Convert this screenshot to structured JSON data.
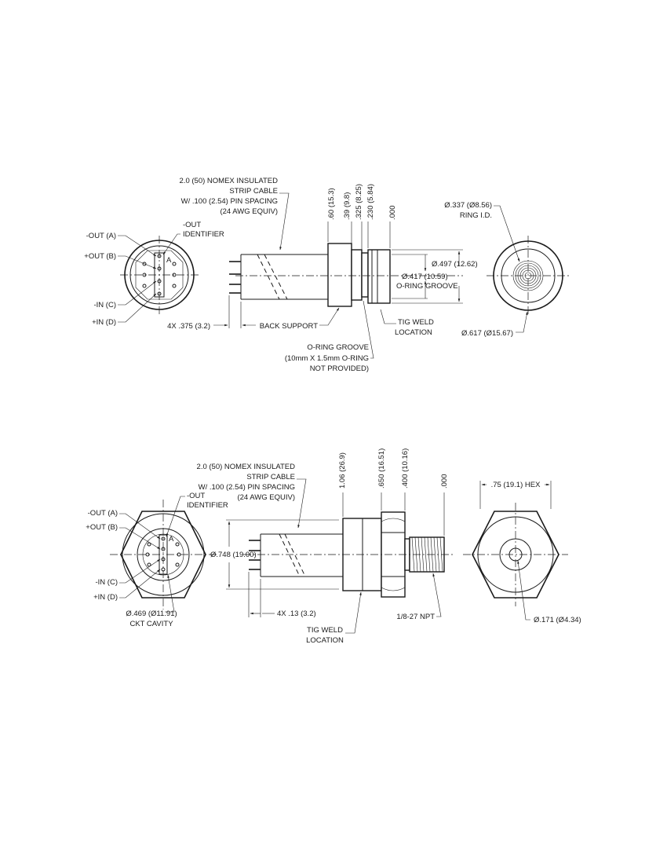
{
  "top_view": {
    "cable_note": [
      "2.0 (50) NOMEX INSULATED",
      "STRIP CABLE",
      "W/ .100 (2.54) PIN SPACING",
      "(24 AWG EQUIV)"
    ],
    "out_identifier": [
      "-OUT",
      "IDENTIFIER"
    ],
    "pin_letter": "A",
    "pin_labels": [
      "-OUT (A)",
      "+OUT (B)",
      "-IN (C)",
      "+IN (D)"
    ],
    "pin_length": "4X .375 (3.2)",
    "back_support": "BACK SUPPORT",
    "dims_vertical": [
      ".60 (15.3)",
      ".39 (9.8)",
      ".325 (8.25)",
      ".230 (5.84)",
      ".000"
    ],
    "dia_497": "Ø.497 (12.62)",
    "dia_417": "Ø.417 (10.59)",
    "oring_groove": "O-RING GROOVE",
    "tig_weld": [
      "TIG WELD",
      "LOCATION"
    ],
    "oring_note": [
      "O-RING GROOVE",
      "(10mm X 1.5mm O-RING",
      "NOT PROVIDED)"
    ],
    "ring_id": [
      "Ø.337 (Ø8.56)",
      "RING I.D."
    ],
    "dia_617": "Ø.617 (Ø15.67)"
  },
  "bottom_view": {
    "cable_note": [
      "2.0 (50) NOMEX INSULATED",
      "STRIP CABLE",
      "W/ .100 (2.54) PIN SPACING",
      "(24 AWG EQUIV)"
    ],
    "out_identifier": [
      "-OUT",
      "IDENTIFIER"
    ],
    "pin_letter": "A",
    "pin_labels": [
      "-OUT  (A)",
      "+OUT  (B)",
      "-IN (C)",
      "+IN (D)"
    ],
    "cavity": [
      "Ø.469 (Ø11.91)",
      "CKT CAVITY"
    ],
    "dia_748": "Ø.748 (19.00)",
    "pin_length": "4X .13 (3.2)",
    "tig_weld": [
      "TIG WELD",
      "LOCATION"
    ],
    "dims_vertical": [
      "1.06 (26.9)",
      ".650 (16.51)",
      ".400 (10.16)",
      ".000"
    ],
    "npt": "1/8-27 NPT",
    "hex": ".75 (19.1) HEX",
    "dia_171": "Ø.171 (Ø4.34)"
  }
}
